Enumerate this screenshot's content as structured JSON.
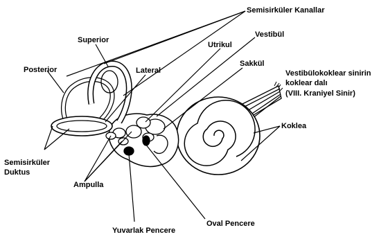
{
  "labels": {
    "semicircular_canals": "Semisirküler Kanallar",
    "superior": "Superior",
    "posterior": "Posterior",
    "lateral": "Lateral",
    "utrikul": "Utrikul",
    "vestibul": "Vestibül",
    "sakkul": "Sakkül",
    "nerve_line1": "Vestibülokoklear sinirin",
    "nerve_line2": "koklear dalı",
    "nerve_line3": "(VIII. Kraniyel Sinir)",
    "koklea": "Koklea",
    "duct_line1": "Semisirküler",
    "duct_line2": "Duktus",
    "ampulla": "Ampulla",
    "oval_window": "Oval Pencere",
    "round_window": "Yuvarlak Pencere"
  }
}
